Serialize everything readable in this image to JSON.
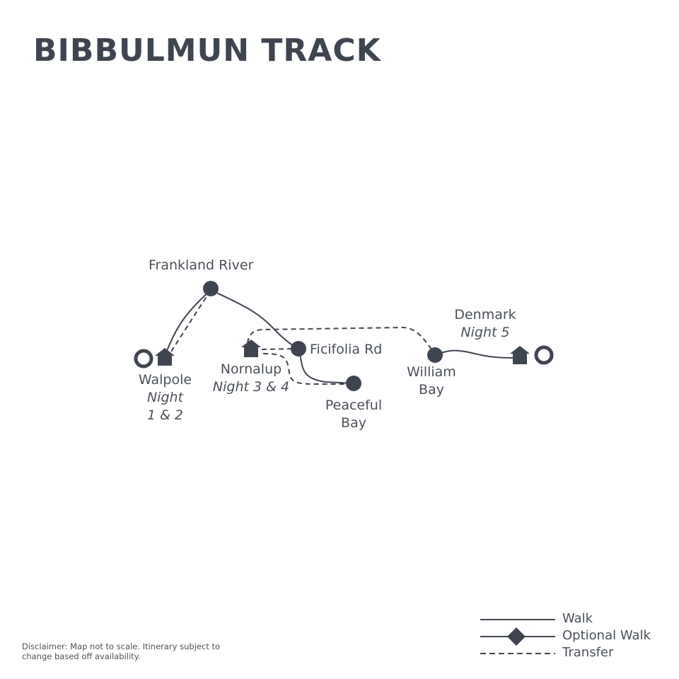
{
  "title": "BIBBULMUN TRACK",
  "colors": {
    "ink": "#3f4550",
    "text": "#4a5059",
    "background": "#ffffff"
  },
  "locations": {
    "frankland_river": {
      "name": "Frankland River",
      "icon": "stop-dot"
    },
    "walpole": {
      "name": "Walpole",
      "note": "Night",
      "note2": "1 & 2",
      "icon": "house-icon"
    },
    "nornalup": {
      "name": "Nornalup",
      "note": "Night 3 & 4",
      "icon": "house-icon"
    },
    "ficifolia_rd": {
      "name": "Ficifolia Rd",
      "icon": "stop-dot"
    },
    "peaceful_bay": {
      "name": "Peaceful",
      "name2": "Bay",
      "icon": "stop-dot"
    },
    "william_bay": {
      "name": "William",
      "name2": "Bay",
      "icon": "stop-dot"
    },
    "denmark": {
      "name": "Denmark",
      "note": "Night 5",
      "icon": "house-icon"
    }
  },
  "route_markers": {
    "start": "start-ring-icon",
    "end": "end-ring-icon"
  },
  "legend": {
    "walk": "Walk",
    "optional_walk": "Optional Walk",
    "transfer": "Transfer"
  },
  "disclaimer": "Disclaimer: Map not to scale. Itinerary subject to change based off availability."
}
